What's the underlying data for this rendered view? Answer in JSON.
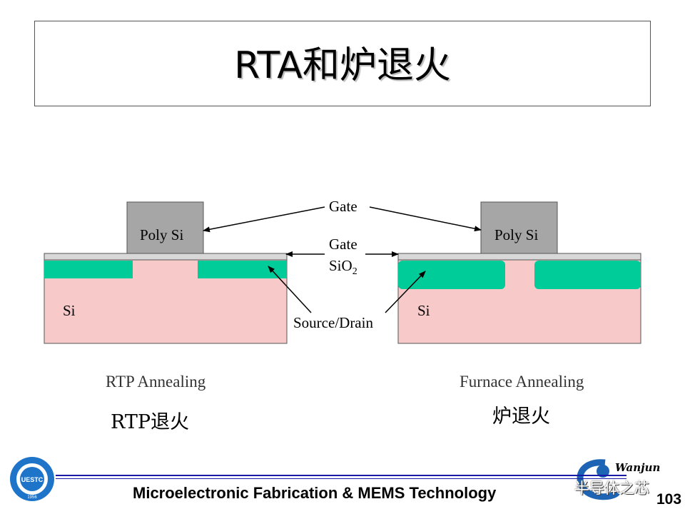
{
  "title": "RTA和炉退火",
  "labels": {
    "gate": "Gate",
    "gate_oxide_line1": "Gate",
    "gate_oxide_line2": "SiO",
    "gate_oxide_sub": "2",
    "source_drain": "Source/Drain",
    "poly_si": "Poly Si",
    "si": "Si"
  },
  "captions": {
    "left_en": "RTP Annealing",
    "left_cn": "RTP退火",
    "right_en": "Furnace Annealing",
    "right_cn": "炉退火"
  },
  "footer": {
    "course": "Microelectronic Fabrication & MEMS Technology",
    "page_number": "103",
    "watermark": "半导体之芯",
    "signature": "Wanjun",
    "logo_text": "UESTC",
    "logo_year": "1956"
  },
  "colors": {
    "substrate": "#f7c9c9",
    "source_drain": "#00cc99",
    "poly_si": "#a6a6a6",
    "gate_oxide": "#d8d8d8",
    "footer_rule": "#1a1aa8"
  }
}
